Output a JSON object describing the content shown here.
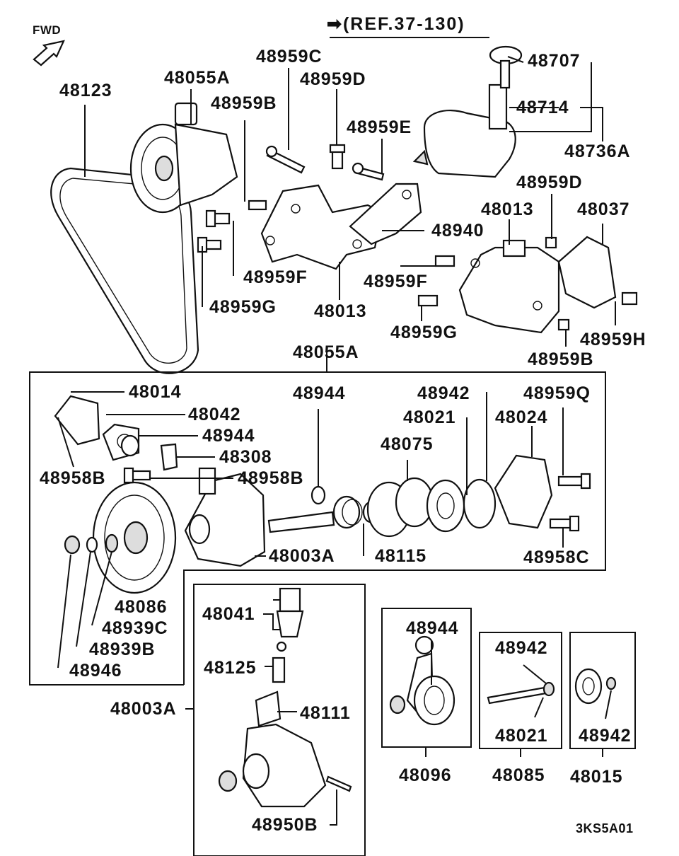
{
  "header": {
    "fwd": "FWD",
    "reference": "➡(REF.37-130)"
  },
  "diagram_code": "3KS5A01",
  "labels": {
    "p48123": "48123",
    "p48055A_top": "48055A",
    "p48959C": "48959C",
    "p48959D_top": "48959D",
    "p48959B_top": "48959B",
    "p48959E": "48959E",
    "p48707": "48707",
    "p48714": "48714",
    "p48736A": "48736A",
    "p48959D_right": "48959D",
    "p48013_right": "48013",
    "p48037": "48037",
    "p48940": "48940",
    "p48959F_left": "48959F",
    "p48959F_right": "48959F",
    "p48959G_left": "48959G",
    "p48013_mid": "48013",
    "p48959G_right": "48959G",
    "p48959H": "48959H",
    "p48959B_right": "48959B",
    "p48055A_box": "48055A",
    "p48014": "48014",
    "p48042": "48042",
    "p48944_a": "48944",
    "p48308": "48308",
    "p48958B_left": "48958B",
    "p48958B_mid": "48958B",
    "p48944_b": "48944",
    "p48942_a": "48942",
    "p48021_a": "48021",
    "p48075": "48075",
    "p48024": "48024",
    "p48959Q": "48959Q",
    "p48003A_mid": "48003A",
    "p48115": "48115",
    "p48958C": "48958C",
    "p48086": "48086",
    "p48939C": "48939C",
    "p48939B": "48939B",
    "p48946": "48946",
    "p48041": "48041",
    "p48125": "48125",
    "p48003A_left": "48003A",
    "p48111": "48111",
    "p48950B": "48950B",
    "p48944_c": "48944",
    "p48096": "48096",
    "p48942_b": "48942",
    "p48021_b": "48021",
    "p48085": "48085",
    "p48942_c": "48942",
    "p48015": "48015"
  }
}
